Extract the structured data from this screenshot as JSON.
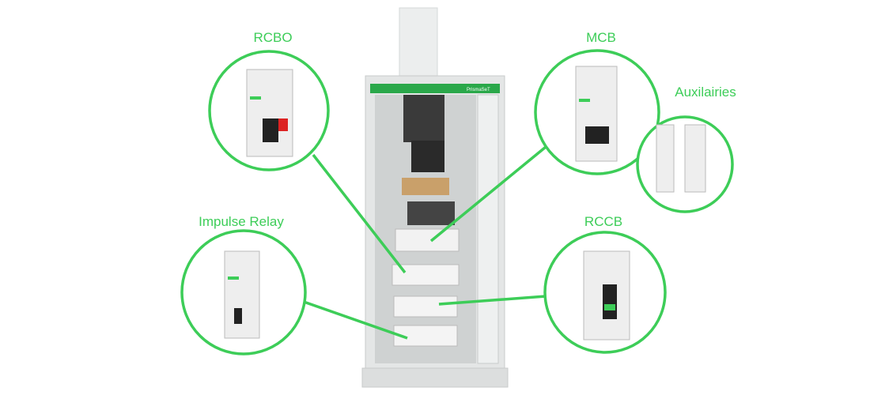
{
  "labels": {
    "rcbo": "RCBO",
    "mcb": "MCB",
    "auxiliaries": "Auxilairies",
    "impulse_relay": "Impulse Relay",
    "rccb": "RCCB"
  },
  "cabinet": {
    "brand_label": "PrismaSeT"
  },
  "colors": {
    "accent": "#3dcd58",
    "cabinet": "#e6e8e8",
    "device": "#eeeeee"
  }
}
